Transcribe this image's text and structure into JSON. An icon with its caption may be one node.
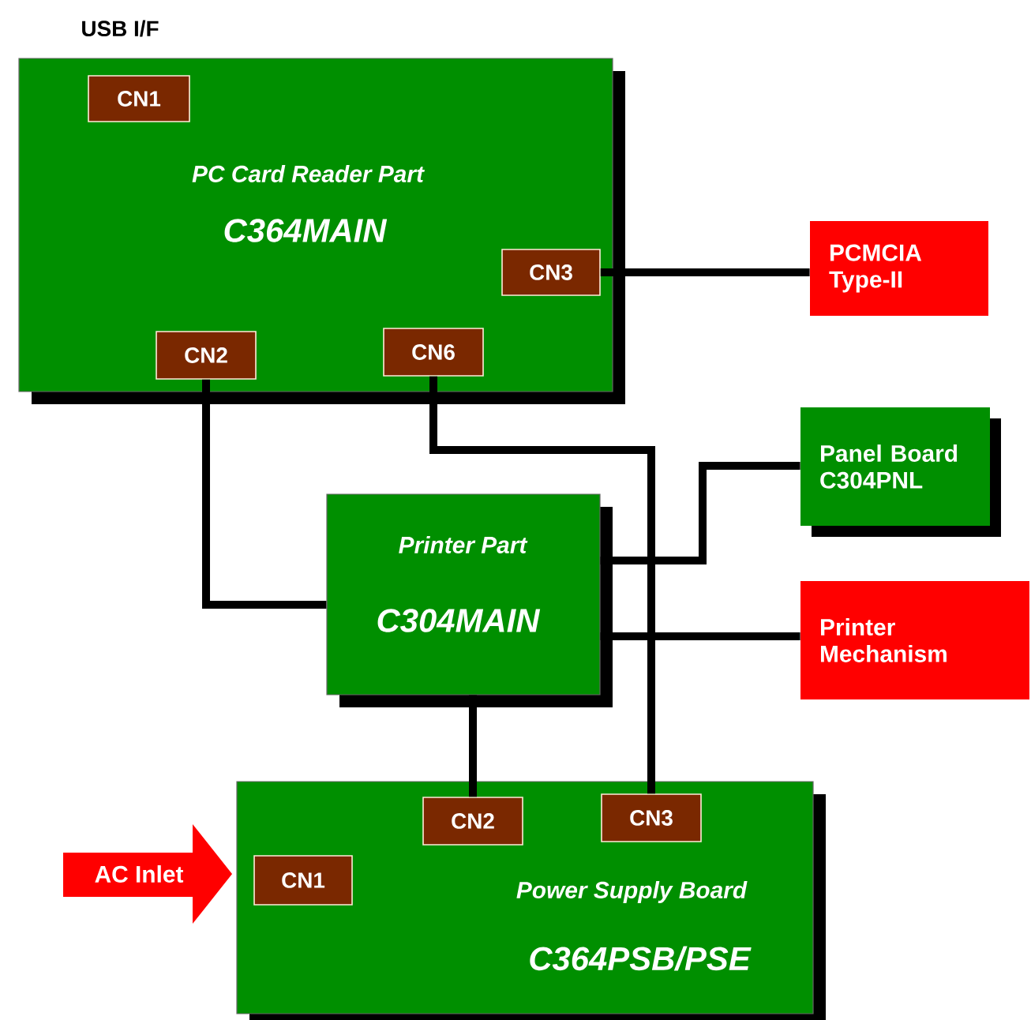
{
  "diagram": {
    "nodes": [
      {
        "text": [
          "PC Card Reader Part",
          "C364MAIN"
        ]
      },
      {
        "text": [
          "CN1"
        ],
        "in": 0
      },
      {
        "text": [
          "CN3"
        ],
        "in": 0
      },
      {
        "text": [
          "CN2"
        ],
        "in": 0
      },
      {
        "text": [
          "CN6"
        ],
        "in": 0
      },
      {
        "text": [
          "PCMCIA Type-II"
        ]
      },
      {
        "text": [
          "Panel Board C304PNL"
        ]
      },
      {
        "text": [
          "Printer Part",
          "C304MAIN"
        ]
      },
      {
        "text": [
          "Printer Mechanism"
        ]
      },
      {
        "text": [
          "Power Supply Board",
          "C364PSB/PSE"
        ]
      },
      {
        "text": [
          "CN2"
        ],
        "in": 9
      },
      {
        "text": [
          "CN3"
        ],
        "in": 9
      },
      {
        "text": [
          "CN1"
        ],
        "in": 9
      },
      {
        "text": [
          "AC Inlet"
        ]
      }
    ],
    "edges": [
      {
        "from": 2,
        "to": 5,
        "arrow": "none"
      },
      {
        "from": 3,
        "to": 7,
        "arrow": "none"
      },
      {
        "from": 4,
        "to": 11,
        "arrow": "none"
      },
      {
        "from": 7,
        "to": 6,
        "arrow": "none"
      },
      {
        "from": 7,
        "to": 8,
        "arrow": "none"
      },
      {
        "from": 7,
        "to": 10,
        "arrow": "none"
      }
    ],
    "labels": [
      "USB I/F"
    ]
  }
}
